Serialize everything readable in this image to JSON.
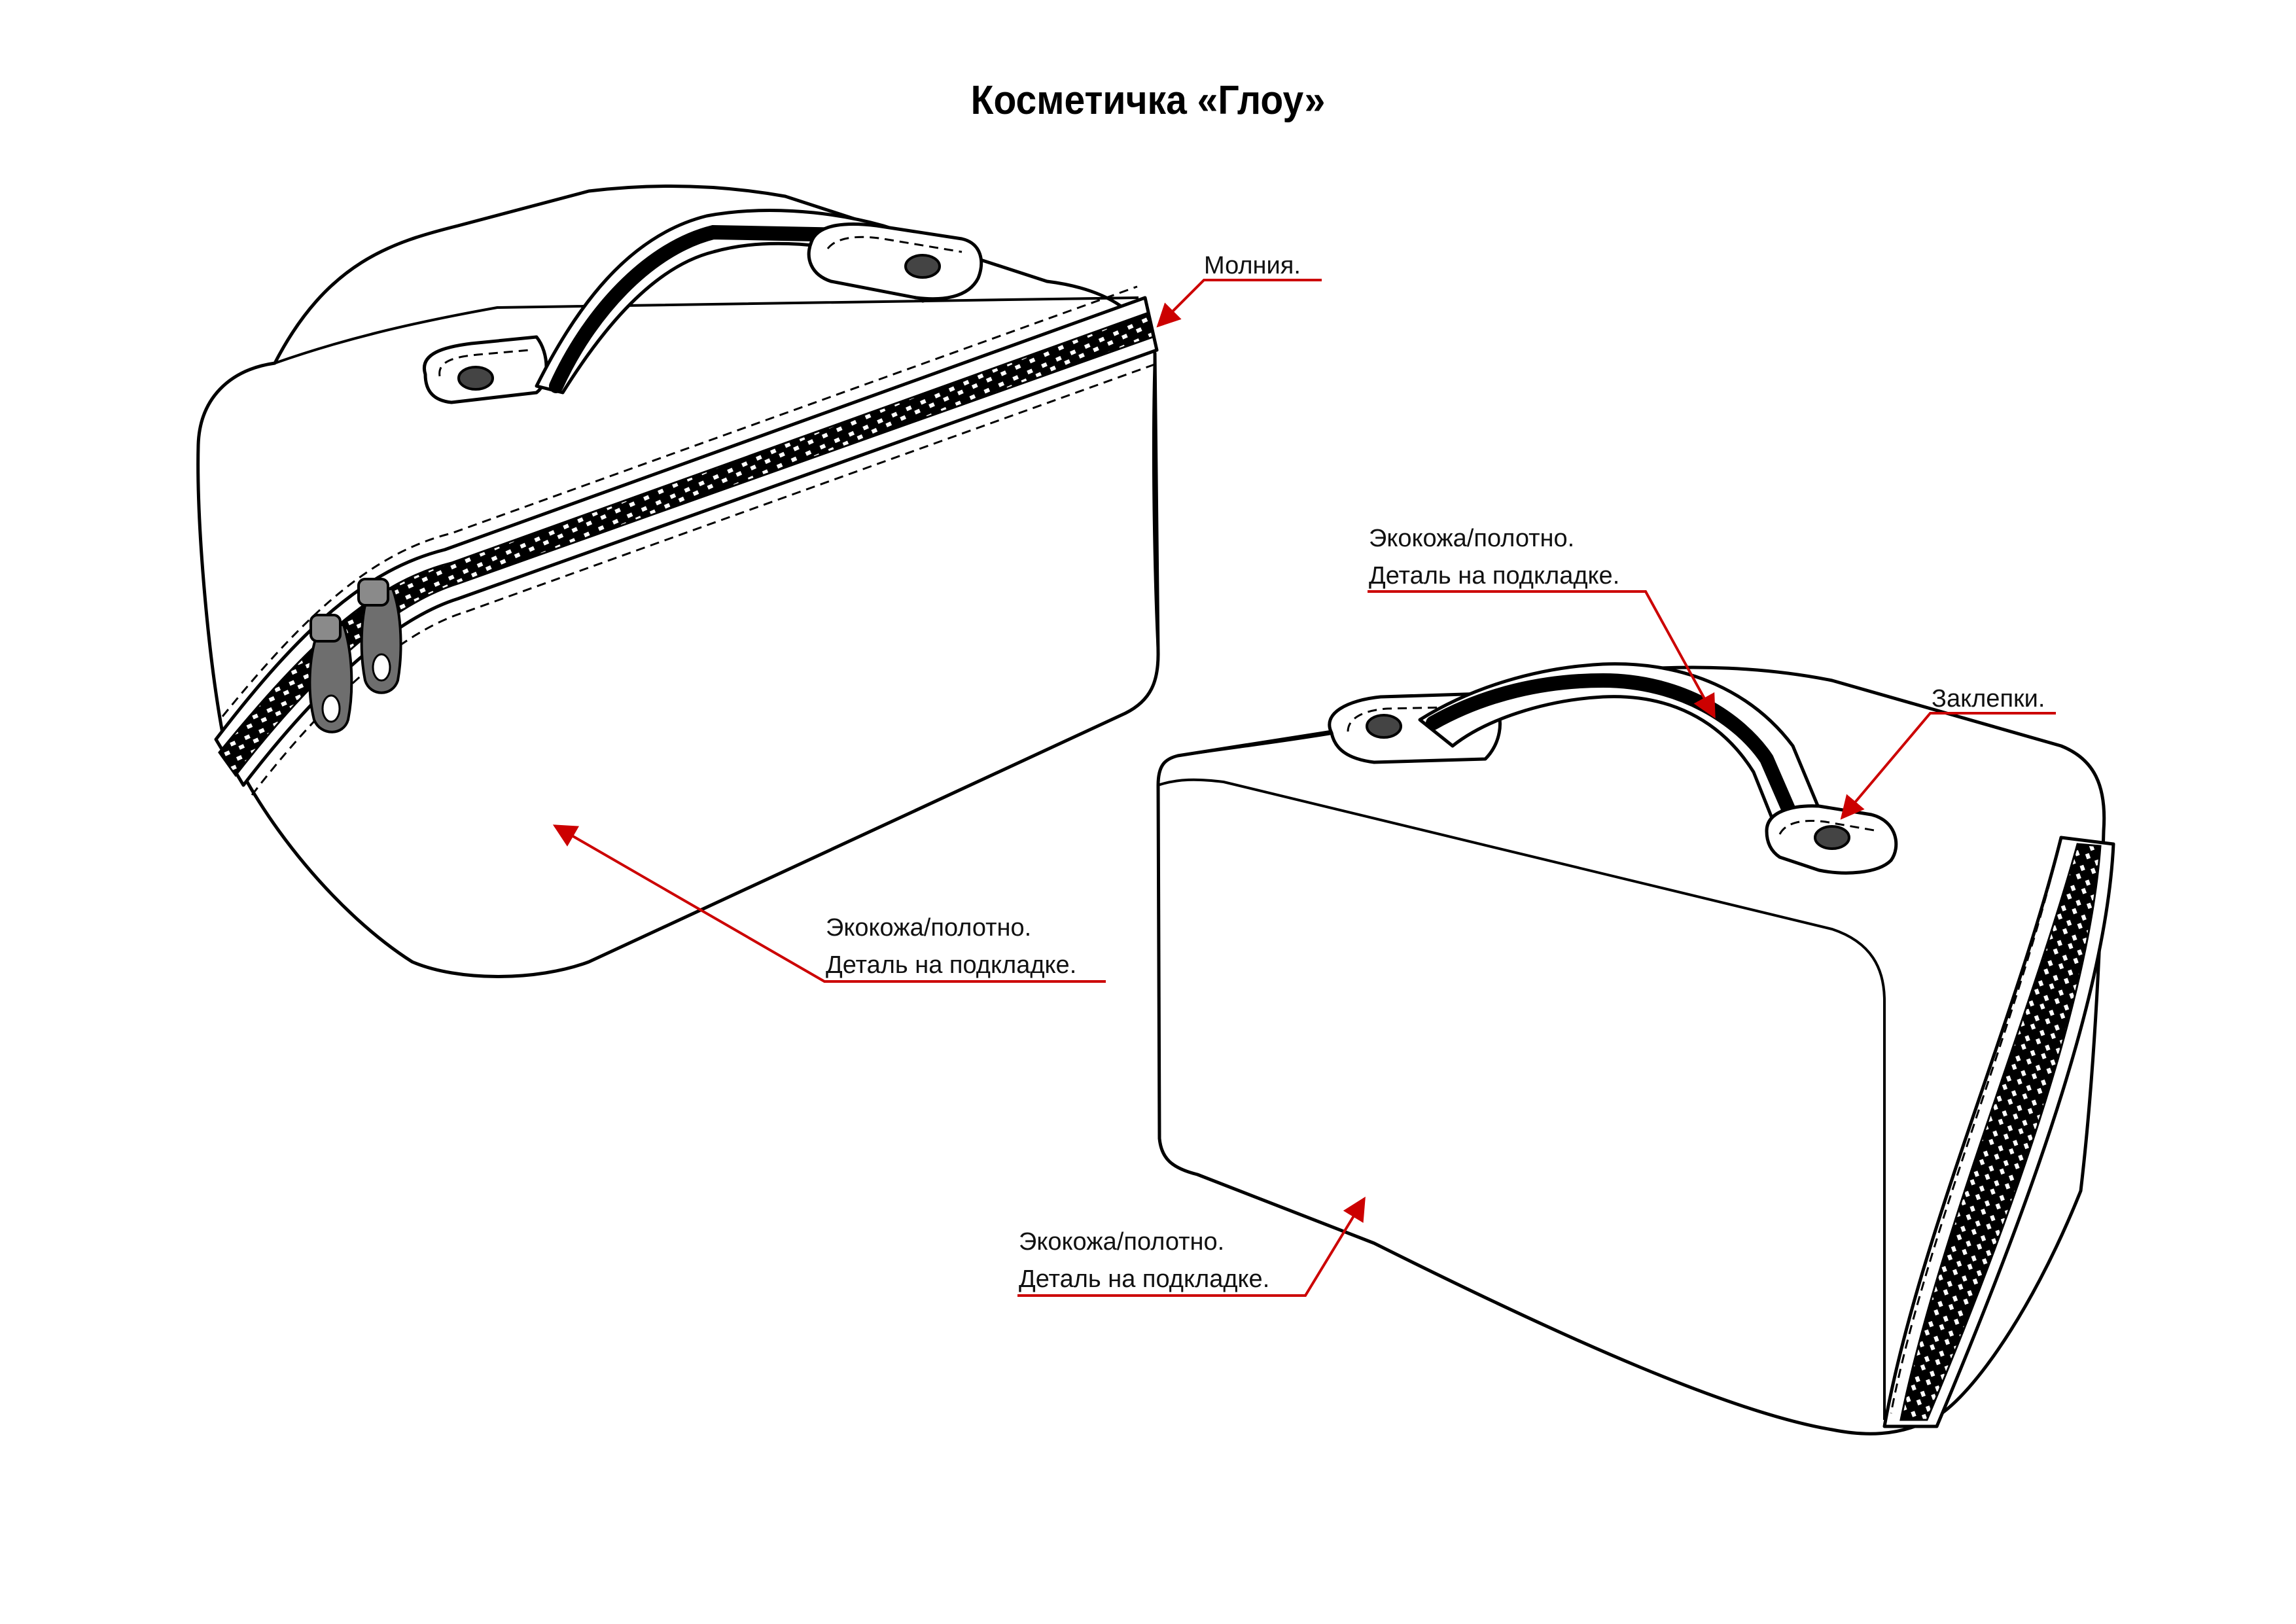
{
  "title": "Косметичка «Глоу»",
  "colors": {
    "leader": "#cc0000",
    "outline": "#000000",
    "puller": "#6e6e6e"
  },
  "callouts": {
    "zipper": {
      "text": "Молния."
    },
    "left_body": {
      "line1": "Экокожа/полотно.",
      "line2": "Деталь на подкладке."
    },
    "right_handle": {
      "line1": "Экокожа/полотно.",
      "line2": "Деталь на подкладке."
    },
    "rivets": {
      "text": "Заклепки."
    },
    "right_body": {
      "line1": "Экокожа/полотно.",
      "line2": "Деталь на подкладке."
    }
  }
}
